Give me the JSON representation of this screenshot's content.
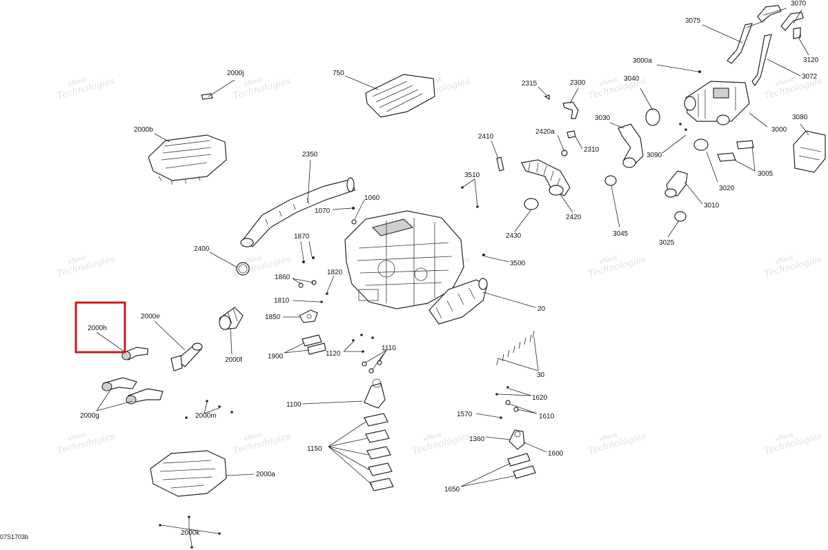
{
  "diagram": {
    "reference_code": "07S1703b",
    "watermark": {
      "line1": "vNext",
      "line2": "Technologies",
      "full": "vNext Technologies"
    },
    "highlight_color": "#d01818",
    "highlighted_callout": "2000h",
    "callouts": {
      "c3070": "3070",
      "c3075": "3075",
      "c3120": "3120",
      "c3072": "3072",
      "c3000a": "3000a",
      "c3040": "3040",
      "c3000": "3000",
      "c3080": "3080",
      "c3030": "3030",
      "c3090": "3090",
      "c3005": "3005",
      "c3020": "3020",
      "c3010": "3010",
      "c3045": "3045",
      "c3025": "3025",
      "c2315": "2315",
      "c2300": "2300",
      "c2420a": "2420a",
      "c2310": "2310",
      "c2410": "2410",
      "c3510": "3510",
      "c2420": "2420",
      "c2430": "2430",
      "c3500": "3500",
      "c20": "20",
      "c30": "30",
      "c750": "750",
      "c2000j": "2000j",
      "c2000b": "2000b",
      "c2350": "2350",
      "c1070": "1070",
      "c1060": "1060",
      "c2400": "2400",
      "c1870": "1870",
      "c1860": "1860",
      "c1820": "1820",
      "c1810": "1810",
      "c1850": "1850",
      "c2000h": "2000h",
      "c2000e": "2000e",
      "c2000f": "2000f",
      "c1900": "1900",
      "c1120": "1120",
      "c1110": "1110",
      "c2000g": "2000g",
      "c2000m": "2000m",
      "c1100": "1100",
      "c1620": "1620",
      "c1570": "1570",
      "c1610": "1610",
      "c1360": "1360",
      "c1600": "1600",
      "c1150": "1150",
      "c1650": "1650",
      "c2000a": "2000a",
      "c2000k": "2000k"
    }
  }
}
